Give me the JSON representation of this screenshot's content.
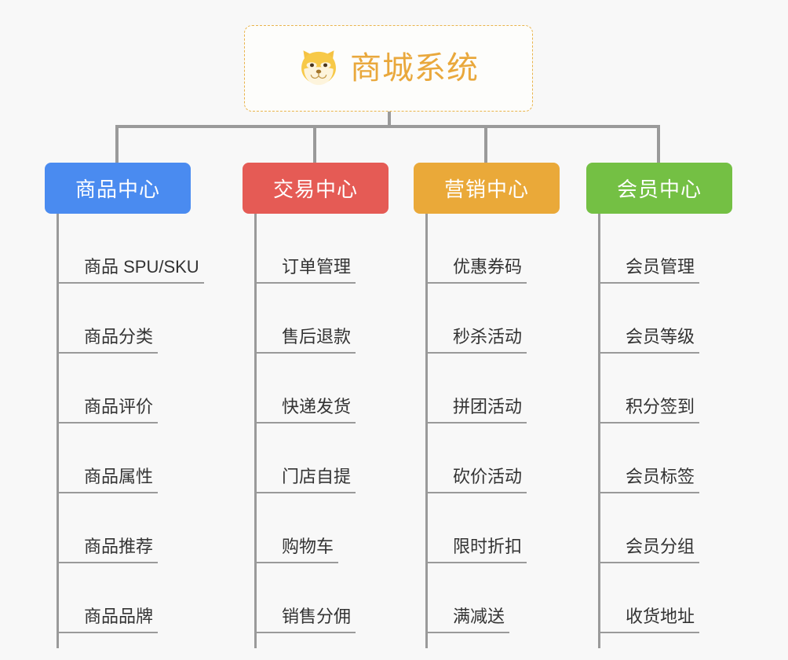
{
  "root": {
    "title": "商城系统",
    "icon": "shiba-dog-face-icon",
    "text_color": "#e9a83c",
    "border_color": "#e9b44c"
  },
  "connector_color": "#9a9a9a",
  "background_color": "#f8f8f8",
  "branches": [
    {
      "label": "商品中心",
      "color": "#4a8bf0",
      "items": [
        "商品 SPU/SKU",
        "商品分类",
        "商品评价",
        "商品属性",
        "商品推荐",
        "商品品牌"
      ]
    },
    {
      "label": "交易中心",
      "color": "#e55b55",
      "items": [
        "订单管理",
        "售后退款",
        "快递发货",
        "门店自提",
        "购物车",
        "销售分佣"
      ]
    },
    {
      "label": "营销中心",
      "color": "#eaa939",
      "items": [
        "优惠券码",
        "秒杀活动",
        "拼团活动",
        "砍价活动",
        "限时折扣",
        "满减送"
      ]
    },
    {
      "label": "会员中心",
      "color": "#74c044",
      "items": [
        "会员管理",
        "会员等级",
        "积分签到",
        "会员标签",
        "会员分组",
        "收货地址"
      ]
    }
  ]
}
